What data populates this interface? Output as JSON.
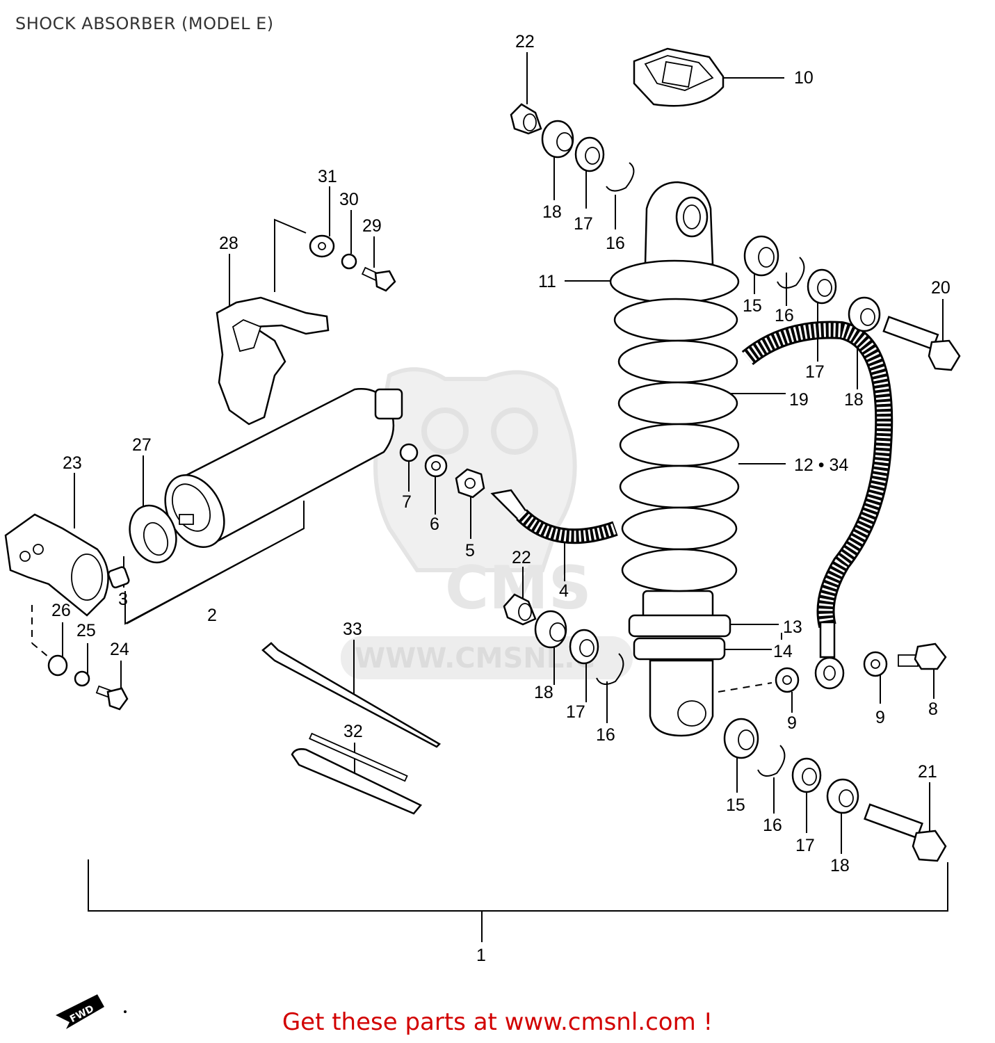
{
  "title": "SHOCK ABSORBER (MODEL E)",
  "watermark": {
    "logo_text": "CMS",
    "url_text": "WWW.CMSNL.C"
  },
  "fwd_label": "FWD",
  "footer": {
    "text": "Get these parts at www.cmsnl.com !",
    "color": "#d20000"
  },
  "callouts": {
    "c22_top": "22",
    "c10": "10",
    "c18_top": "18",
    "c17_top": "17",
    "c16_top": "16",
    "c31": "31",
    "c30": "30",
    "c29": "29",
    "c28": "28",
    "c11": "11",
    "c15_top": "15",
    "c16_mid": "16",
    "c17_mid": "17",
    "c20": "20",
    "c18_mid": "18",
    "c19": "19",
    "c12_34": "12 • 34",
    "c23": "23",
    "c27": "27",
    "c7": "7",
    "c6": "6",
    "c5": "5",
    "c3": "3",
    "c2": "2",
    "c4": "4",
    "c22_mid": "22",
    "c26": "26",
    "c25": "25",
    "c24": "24",
    "c33": "33",
    "c13": "13",
    "c14": "14",
    "c18_low": "18",
    "c17_low": "17",
    "c16_low": "16",
    "c9_a": "9",
    "c9_b": "9",
    "c8": "8",
    "c32": "32",
    "c15_low": "15",
    "c16_bot": "16",
    "c17_bot": "17",
    "c18_bot": "18",
    "c21": "21",
    "c1": "1"
  }
}
